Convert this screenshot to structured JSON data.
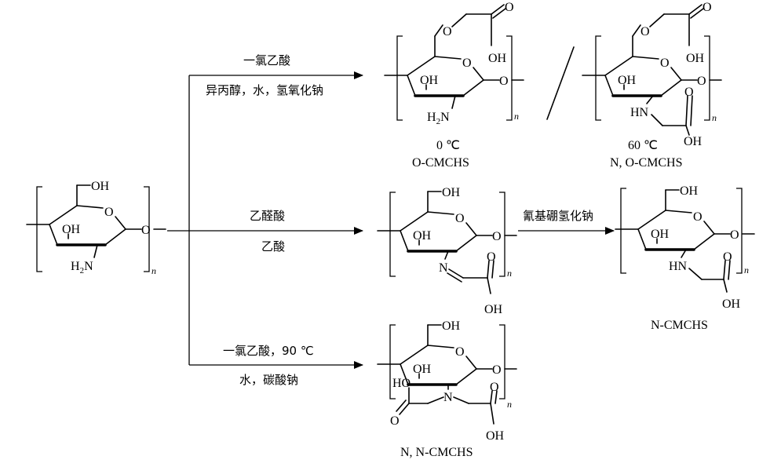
{
  "atoms": {
    "oh": "OH",
    "o": "O",
    "h2": "H",
    "h2_sub": "2",
    "n_atom": "N",
    "hn": "HN",
    "ho": "HO",
    "n_repeat": "n"
  },
  "reactions": {
    "top": {
      "reagent": "一氯乙酸",
      "conditions": "异丙醇，水，氢氧化钠"
    },
    "middle": {
      "reagent": "乙醛酸",
      "conditions": "乙酸"
    },
    "reduction": {
      "reagent": "氰基硼氢化钠"
    },
    "bottom": {
      "reagent": "一氯乙酸，90 ℃",
      "conditions": "水，碳酸钠"
    }
  },
  "products": {
    "ocmchs": {
      "temperature": "0 ℃",
      "name": "O-CMCHS"
    },
    "nocmchs": {
      "temperature": "60 ℃",
      "name": "N, O-CMCHS"
    },
    "ncmchs": {
      "name": "N-CMCHS"
    },
    "nncmchs": {
      "name": "N, N-CMCHS"
    }
  },
  "separator": "/"
}
